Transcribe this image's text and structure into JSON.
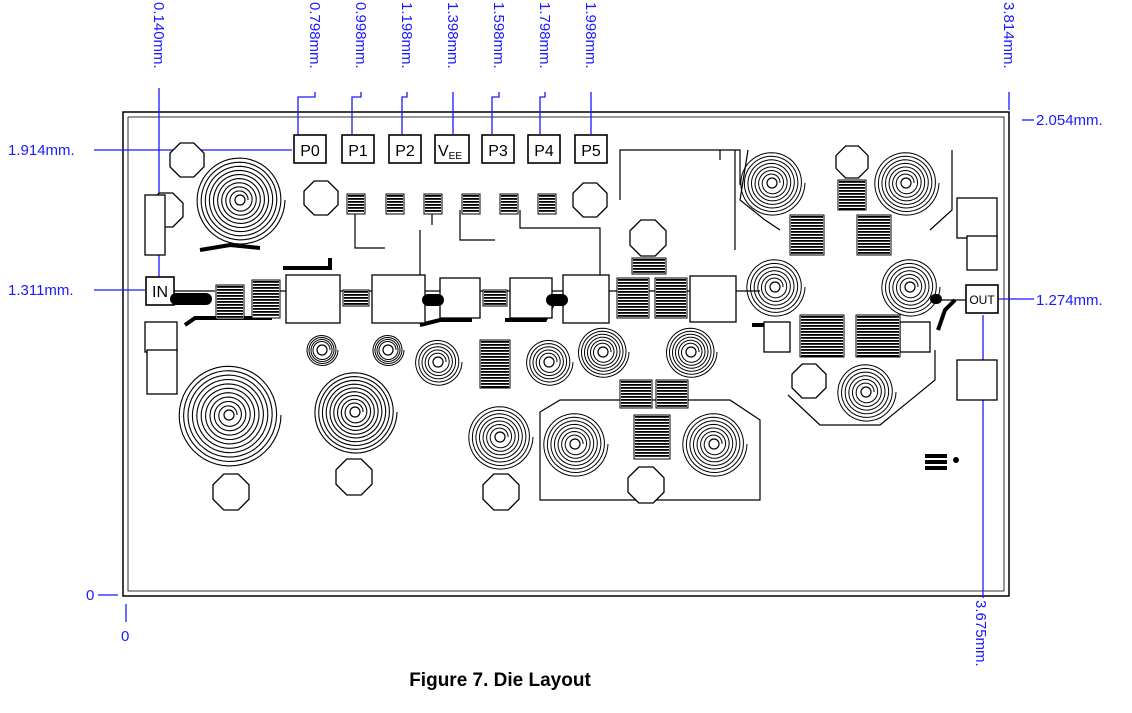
{
  "figure": {
    "caption": "Figure 7. Die Layout"
  },
  "dimensions": {
    "top": [
      "0.140mm.",
      "0.798mm.",
      "0.998mm.",
      "1.198mm.",
      "1.398mm.",
      "1.598mm.",
      "1.798mm.",
      "1.998mm.",
      "3.814mm."
    ],
    "right_top": "2.054mm.",
    "left_p_row": "1.914mm.",
    "left_in": "1.311mm.",
    "right_out": "1.274mm.",
    "left_origin": "0",
    "bottom_origin": "0",
    "bottom_out": "3.675mm."
  },
  "pads": {
    "in": "IN",
    "out": "OUT",
    "p0": "P0",
    "p1": "P1",
    "p2": "P2",
    "vee_main": "V",
    "vee_sub": "EE",
    "p3": "P3",
    "p4": "P4",
    "p5": "P5"
  }
}
